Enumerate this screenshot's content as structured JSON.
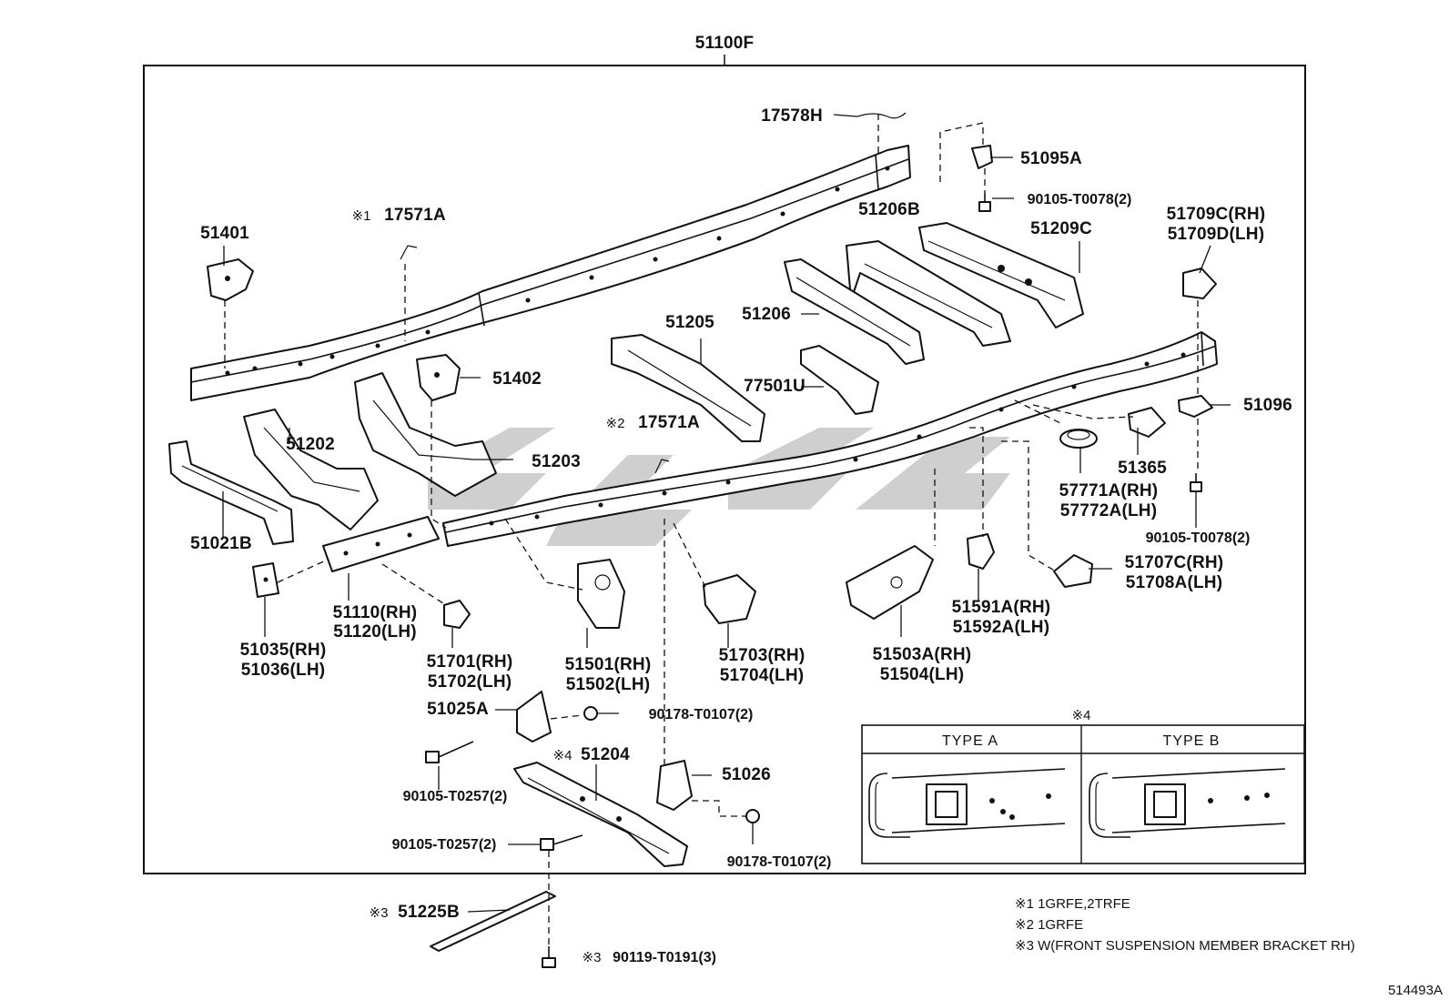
{
  "main_assembly": {
    "part_no": "51100F"
  },
  "parts": {
    "p17578H": "17578H",
    "p51095A": "51095A",
    "p17571A_1": "17571A",
    "p17571A_2": "17571A",
    "p51401": "51401",
    "p51206B": "51206B",
    "p51209C": "51209C",
    "p51709C": "51709C(RH)",
    "p51709D": "51709D(LH)",
    "p51205": "51205",
    "p51206": "51206",
    "p51402": "51402",
    "p77501U": "77501U",
    "p51096": "51096",
    "p51202": "51202",
    "p51203": "51203",
    "p51365": "51365",
    "p57771A": "57771A(RH)",
    "p57772A": "57772A(LH)",
    "p51021B": "51021B",
    "p51707C": "51707C(RH)",
    "p51708A": "51708A(LH)",
    "p51110": "51110(RH)",
    "p51120": "51120(LH)",
    "p51591A": "51591A(RH)",
    "p51592A": "51592A(LH)",
    "p51035": "51035(RH)",
    "p51036": "51036(LH)",
    "p51701": "51701(RH)",
    "p51702": "51702(LH)",
    "p51501": "51501(RH)",
    "p51502": "51502(LH)",
    "p51703": "51703(RH)",
    "p51704": "51704(LH)",
    "p51503A": "51503A(RH)",
    "p51504": "51504(LH)",
    "p51025A": "51025A",
    "p51204": "51204",
    "p51026": "51026",
    "p51225B": "51225B"
  },
  "bolts": {
    "b_t0078_top": "90105-T0078(2)",
    "b_t0078_right": "90105-T0078(2)",
    "b_t0107_top": "90178-T0107(2)",
    "b_t0107_bottom": "90178-T0107(2)",
    "b_t0257_top": "90105-T0257(2)",
    "b_t0257_bottom": "90105-T0257(2)",
    "b_t0191": "90119-T0191(3)"
  },
  "marks": {
    "m1": "※1",
    "m2": "※2",
    "m3_part": "※3",
    "m3_bolt": "※3",
    "m4_part": "※4",
    "m4_box": "※4"
  },
  "type_box": {
    "type_a": "TYPE A",
    "type_b": "TYPE B"
  },
  "notes": [
    "※1 1GRFE,2TRFE",
    "※2 1GRFE",
    "※3 W(FRONT SUSPENSION MEMBER BRACKET RH)"
  ],
  "figure_id": "514493A"
}
